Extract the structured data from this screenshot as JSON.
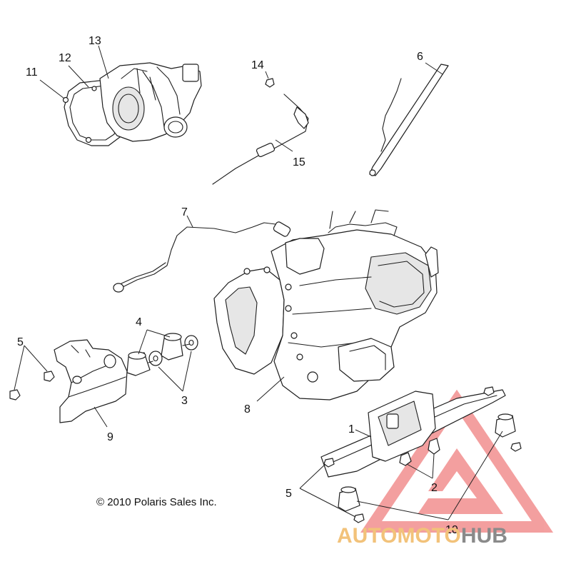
{
  "callouts": {
    "c1": "1",
    "c2": "2",
    "c3": "3",
    "c4": "4",
    "c5a": "5",
    "c5b": "5",
    "c6": "6",
    "c7": "7",
    "c8": "8",
    "c9": "9",
    "c10": "10",
    "c11": "11",
    "c12": "12",
    "c13": "13",
    "c14": "14",
    "c15": "15"
  },
  "copyright": "© 2010 Polaris Sales Inc.",
  "watermark": {
    "text_a": "AUTOMOTO",
    "text_b": "HUB",
    "color_a": "#f2c27a",
    "color_b": "#8a8a8a",
    "logo_color": "#f08080"
  }
}
